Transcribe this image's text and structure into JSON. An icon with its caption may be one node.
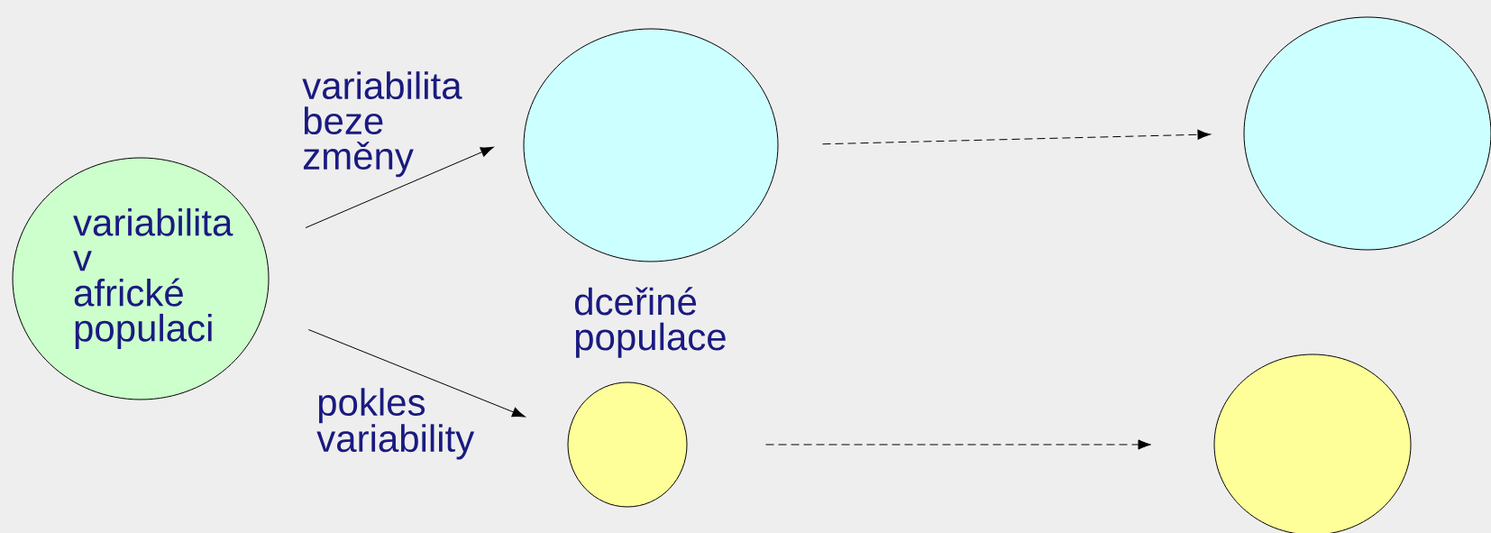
{
  "diagram": {
    "nodes": [
      {
        "text": [
          "variabilita v africké populaci"
        ]
      },
      {
        "text": [],
        "shape": "circle"
      },
      {
        "text": [],
        "shape": "circle"
      },
      {
        "text": [],
        "shape": "circle"
      },
      {
        "text": [],
        "shape": "circle"
      }
    ],
    "edges": [
      {
        "from": 0,
        "to": 1,
        "arrow": "to",
        "label": "variabilita beze změny"
      },
      {
        "from": 0,
        "to": 3,
        "arrow": "to",
        "label": "pokles variability"
      },
      {
        "from": 1,
        "to": 2,
        "arrow": "to",
        "style": "dashed"
      },
      {
        "from": 3,
        "to": 4,
        "arrow": "to",
        "style": "dashed"
      }
    ],
    "labels": [
      "dceřiné populace"
    ]
  }
}
